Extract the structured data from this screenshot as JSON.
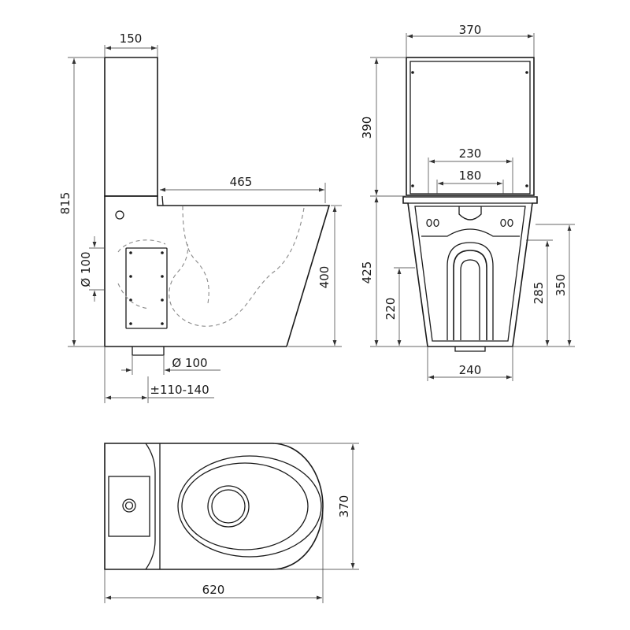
{
  "dimensions": {
    "side_view": {
      "tank_width": "150",
      "overall_height": "815",
      "bowl_length": "465",
      "bowl_height": "400",
      "inlet_diameter": "Ø 100",
      "outlet_diameter": "Ø 100",
      "outlet_offset": "±110-140"
    },
    "front_view": {
      "width": "370",
      "tank_height": "390",
      "bowl_height": "425",
      "mount_outer": "230",
      "mount_inner": "180",
      "base_width": "240",
      "hole_height": "220",
      "inner_height": "285",
      "outer_height": "350"
    },
    "top_view": {
      "length": "620",
      "width": "370"
    }
  },
  "marks": {
    "fixing_holes": "OO"
  }
}
